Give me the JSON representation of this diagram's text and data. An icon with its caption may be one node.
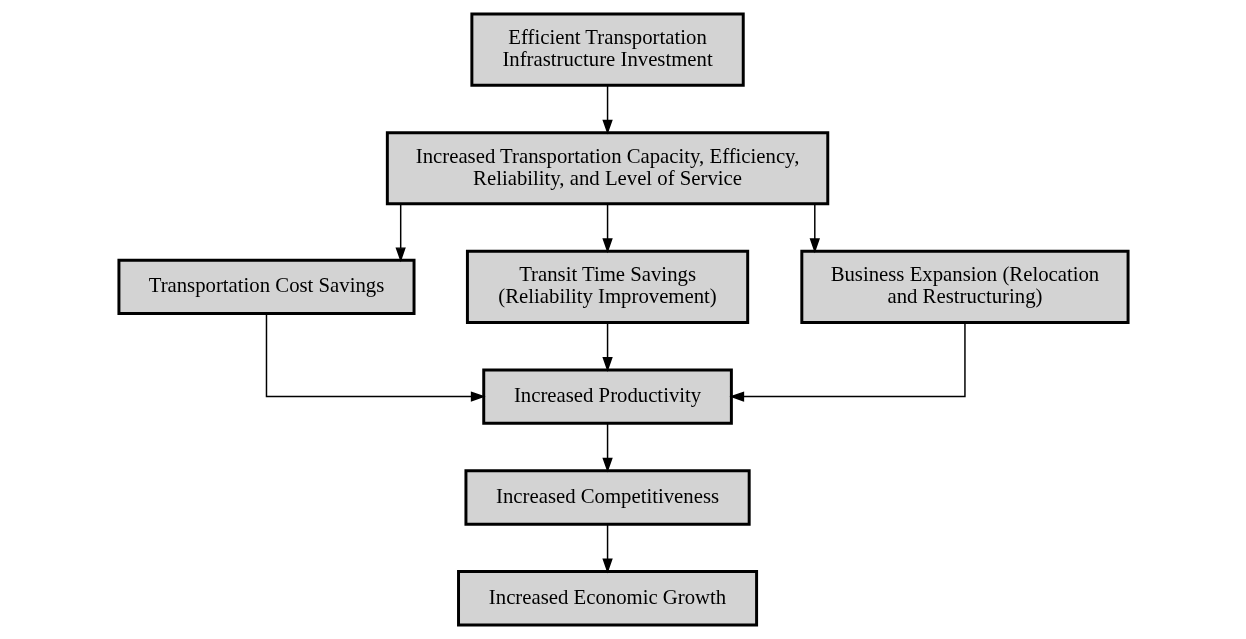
{
  "diagram": {
    "nodes": [
      {
        "text": [
          "Efficient Transportation Infrastructure Investment"
        ]
      },
      {
        "text": [
          "Increased Transportation Capacity, Efficiency, Reliability, and Level of Service"
        ]
      },
      {
        "text": [
          "Transportation Cost Savings"
        ]
      },
      {
        "text": [
          "Transit Time Savings (Reliability Improvement)"
        ]
      },
      {
        "text": [
          "Business Expansion (Relocation and Restructuring)"
        ]
      },
      {
        "text": [
          "Increased Productivity"
        ]
      },
      {
        "text": [
          "Increased Competitiveness"
        ]
      },
      {
        "text": [
          "Increased Economic Growth"
        ]
      }
    ],
    "edges": [
      {
        "from": 0,
        "to": 1,
        "arrow": "to"
      },
      {
        "from": 1,
        "to": 2,
        "arrow": "to"
      },
      {
        "from": 1,
        "to": 3,
        "arrow": "to"
      },
      {
        "from": 1,
        "to": 4,
        "arrow": "to"
      },
      {
        "from": 2,
        "to": 5,
        "arrow": "to"
      },
      {
        "from": 3,
        "to": 5,
        "arrow": "to"
      },
      {
        "from": 4,
        "to": 5,
        "arrow": "to"
      },
      {
        "from": 5,
        "to": 6,
        "arrow": "to"
      },
      {
        "from": 6,
        "to": 7,
        "arrow": "to"
      }
    ]
  }
}
